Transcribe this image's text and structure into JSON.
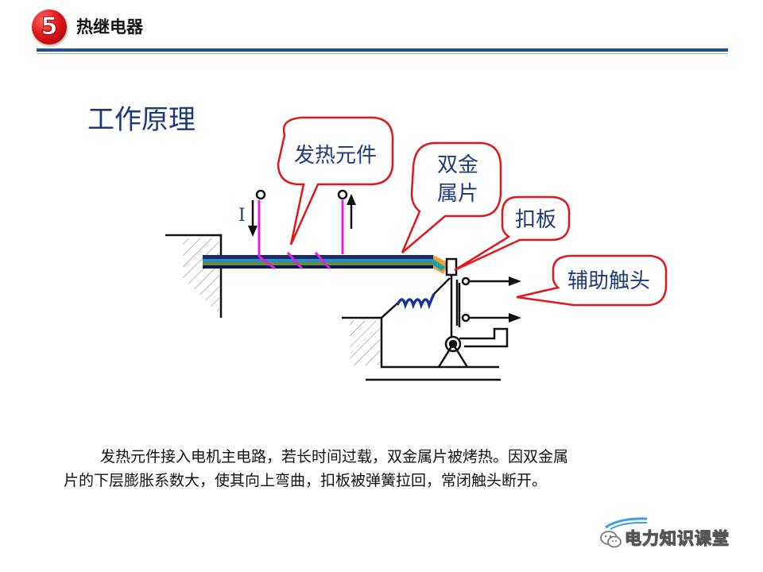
{
  "header": {
    "slide_number": "5",
    "title": "热继电器"
  },
  "diagram": {
    "heading": "工作原理",
    "current_label": "I",
    "callouts": {
      "heating_element": "发热元件",
      "bimetal_line1": "双金",
      "bimetal_line2": "属片",
      "lever": "扣板",
      "aux_contact": "辅助触头"
    },
    "colors": {
      "callout_border": "#e0181b",
      "heater": "#e020e0",
      "spring": "#1a2fa0",
      "heading": "#1c3a7a"
    }
  },
  "body": {
    "line1": "发热元件接入电机主电路，若长时间过载，双金属片被烤热。因双金属",
    "line2": "片的下层膨胀系数大，使其向上弯曲，扣板被弹簧拉回，常闭触头断开。"
  },
  "watermark": {
    "text": "电力知识课堂"
  }
}
